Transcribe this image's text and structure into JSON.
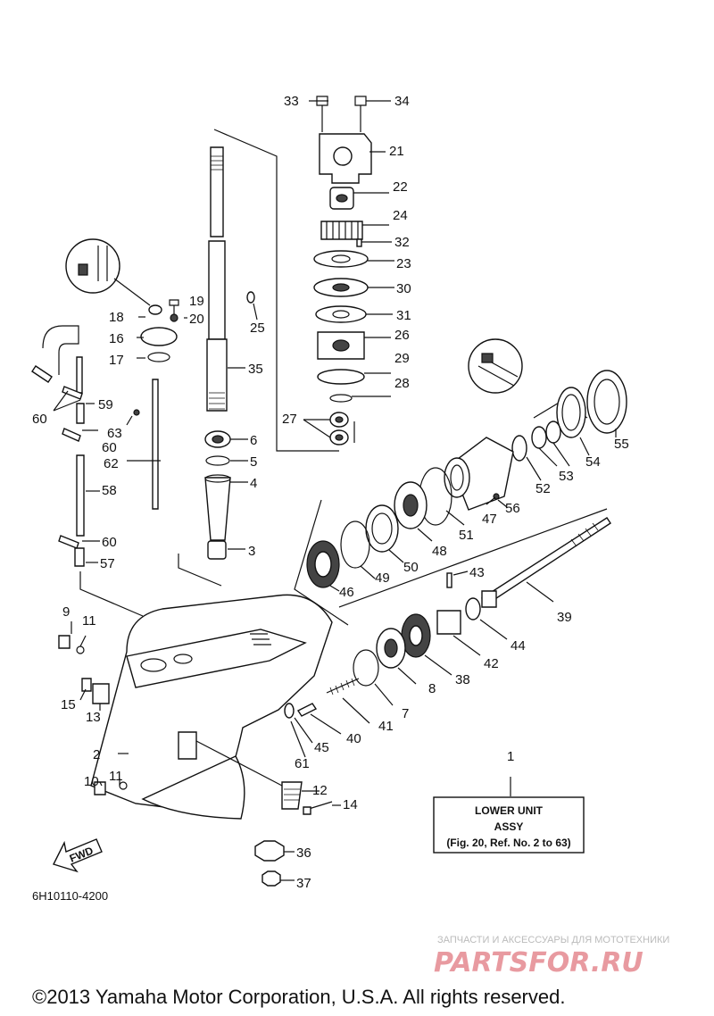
{
  "callouts": {
    "c33": "33",
    "c34": "34",
    "c21": "21",
    "c22": "22",
    "c24": "24",
    "c32": "32",
    "c23": "23",
    "c30": "30",
    "c31": "31",
    "c26": "26",
    "c29": "29",
    "c28": "28",
    "c27": "27",
    "c19": "19",
    "c18": "18",
    "c20": "20",
    "c16": "16",
    "c17": "17",
    "c25": "25",
    "c35": "35",
    "c6": "6",
    "c5": "5",
    "c4": "4",
    "c3": "3",
    "c59": "59",
    "c60a": "60",
    "c60b": "60",
    "c60c": "60",
    "c63": "63",
    "c62": "62",
    "c58": "58",
    "c57": "57",
    "c55": "55",
    "c54": "54",
    "c53": "53",
    "c52": "52",
    "c56": "56",
    "c47": "47",
    "c51": "51",
    "c48": "48",
    "c50": "50",
    "c49": "49",
    "c46": "46",
    "c43": "43",
    "c39": "39",
    "c44": "44",
    "c42": "42",
    "c38": "38",
    "c8": "8",
    "c7": "7",
    "c41": "41",
    "c40": "40",
    "c45": "45",
    "c61": "61",
    "c9": "9",
    "c11a": "11",
    "c11b": "11",
    "c15": "15",
    "c13": "13",
    "c2": "2",
    "c10": "10",
    "c12": "12",
    "c14": "14",
    "c36": "36",
    "c37": "37",
    "c1": "1"
  },
  "assy_box": {
    "line1": "LOWER UNIT",
    "line2": "ASSY",
    "line3": "(Fig. 20, Ref. No. 2 to 63)"
  },
  "fwd_label": "FWD",
  "drawing_code": "6H10110-4200",
  "watermark": {
    "small": "ЗАПЧАСТИ И АКСЕССУАРЫ ДЛЯ МОТОТЕХНИКИ",
    "brand": "PARTSFOR.RU"
  },
  "copyright": "©2013 Yamaha Motor Corporation, U.S.A. All rights reserved.",
  "colors": {
    "ink": "#111111",
    "watermark_brand": "#e89aa0",
    "watermark_text": "#bbbbbb"
  }
}
